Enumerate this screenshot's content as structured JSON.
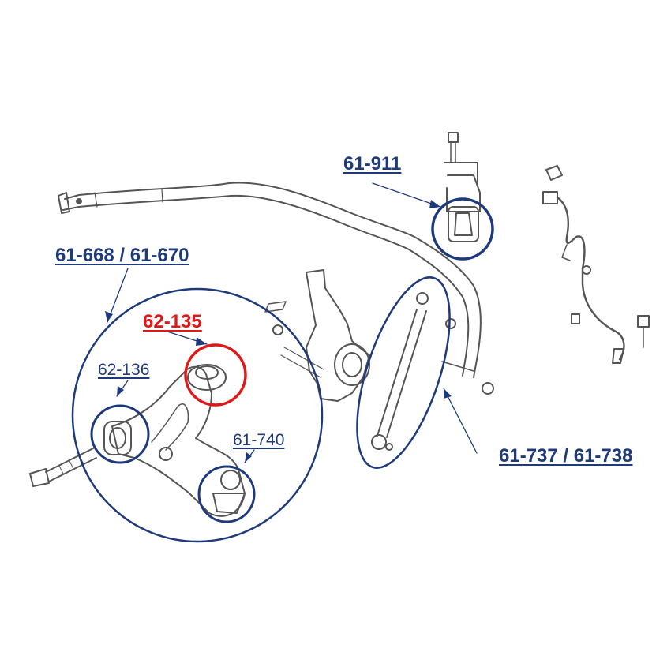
{
  "colors": {
    "primary_label": "#1f3a7a",
    "highlight_label": "#e01818",
    "line_art": "#555555"
  },
  "labels": {
    "stabilizer_bushing": "61-911",
    "lower_control_arm": "61-668 / 61-670",
    "rear_arm_bushing": "62-135",
    "front_arm_bushing": "62-136",
    "ball_joint": "61-740",
    "stabilizer_link": "61-737 / 61-738"
  }
}
